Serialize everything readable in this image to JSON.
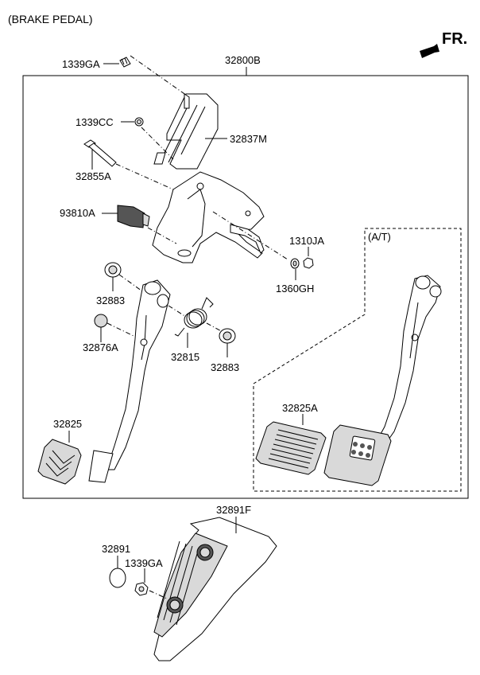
{
  "title": "(BRAKE PEDAL)",
  "direction": "FR.",
  "variant_label": "(A/T)",
  "assembly_label": "32800B",
  "labels": {
    "p1339GA_top": "1339GA",
    "p1339CC": "1339CC",
    "p32837M": "32837M",
    "p32855A": "32855A",
    "p93810A": "93810A",
    "p1310JA": "1310JA",
    "p1360GH": "1360GH",
    "p32883_left": "32883",
    "p32876A": "32876A",
    "p32815": "32815",
    "p32883_right": "32883",
    "p32825": "32825",
    "p32825A": "32825A",
    "p32891F": "32891F",
    "p32891": "32891",
    "p1339GA_bottom": "1339GA"
  }
}
